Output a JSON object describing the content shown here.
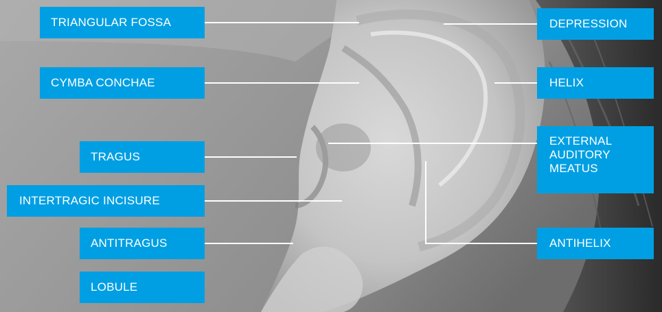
{
  "labels": {
    "triangular_fossa": "TRIANGULAR FOSSA",
    "cymba_conchae": "CYMBA CONCHAE",
    "tragus": "TRAGUS",
    "intertragic_incisure": "INTERTRAGIC INCISURE",
    "antitragus": "ANTITRAGUS",
    "lobule": "LOBULE",
    "depression": "DEPRESSION",
    "helix": "HELIX",
    "external_auditory_meatus": [
      "EXTERNAL",
      "AUDITORY",
      "MEATUS"
    ],
    "antihelix": "ANTIHELIX"
  },
  "colors": {
    "label_background": "#009fe3",
    "label_text": "#ffffff",
    "leader_line": "#ffffff"
  }
}
